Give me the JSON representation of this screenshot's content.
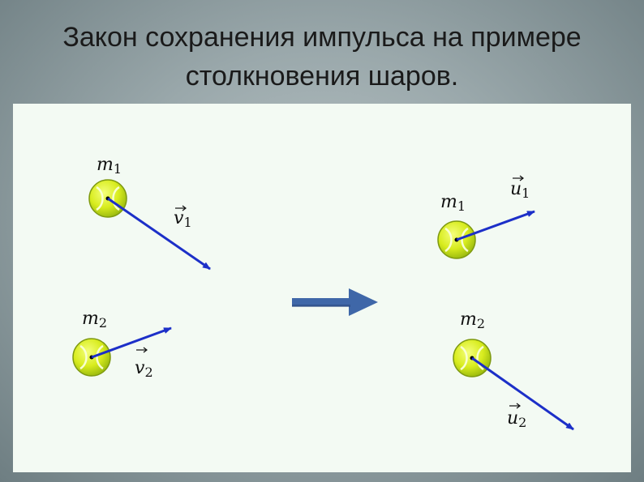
{
  "slide": {
    "title_line1": "Закон сохранения импульса на примере",
    "title_line2": "столкновения шаров."
  },
  "diagram": {
    "before": {
      "ball1": {
        "mass_label": "m",
        "mass_sub": "1",
        "velocity_label": "v",
        "velocity_sub": "1"
      },
      "ball2": {
        "mass_label": "m",
        "mass_sub": "2",
        "velocity_label": "v",
        "velocity_sub": "2"
      }
    },
    "after": {
      "ball1": {
        "mass_label": "m",
        "mass_sub": "1",
        "velocity_label": "u",
        "velocity_sub": "1"
      },
      "ball2": {
        "mass_label": "m",
        "mass_sub": "2",
        "velocity_label": "u",
        "velocity_sub": "2"
      }
    },
    "colors": {
      "ball_fill": "#d8ec1e",
      "ball_stroke": "#7f9a10",
      "vector": "#1c2fc8",
      "transition_arrow": "#3f67a8"
    }
  }
}
